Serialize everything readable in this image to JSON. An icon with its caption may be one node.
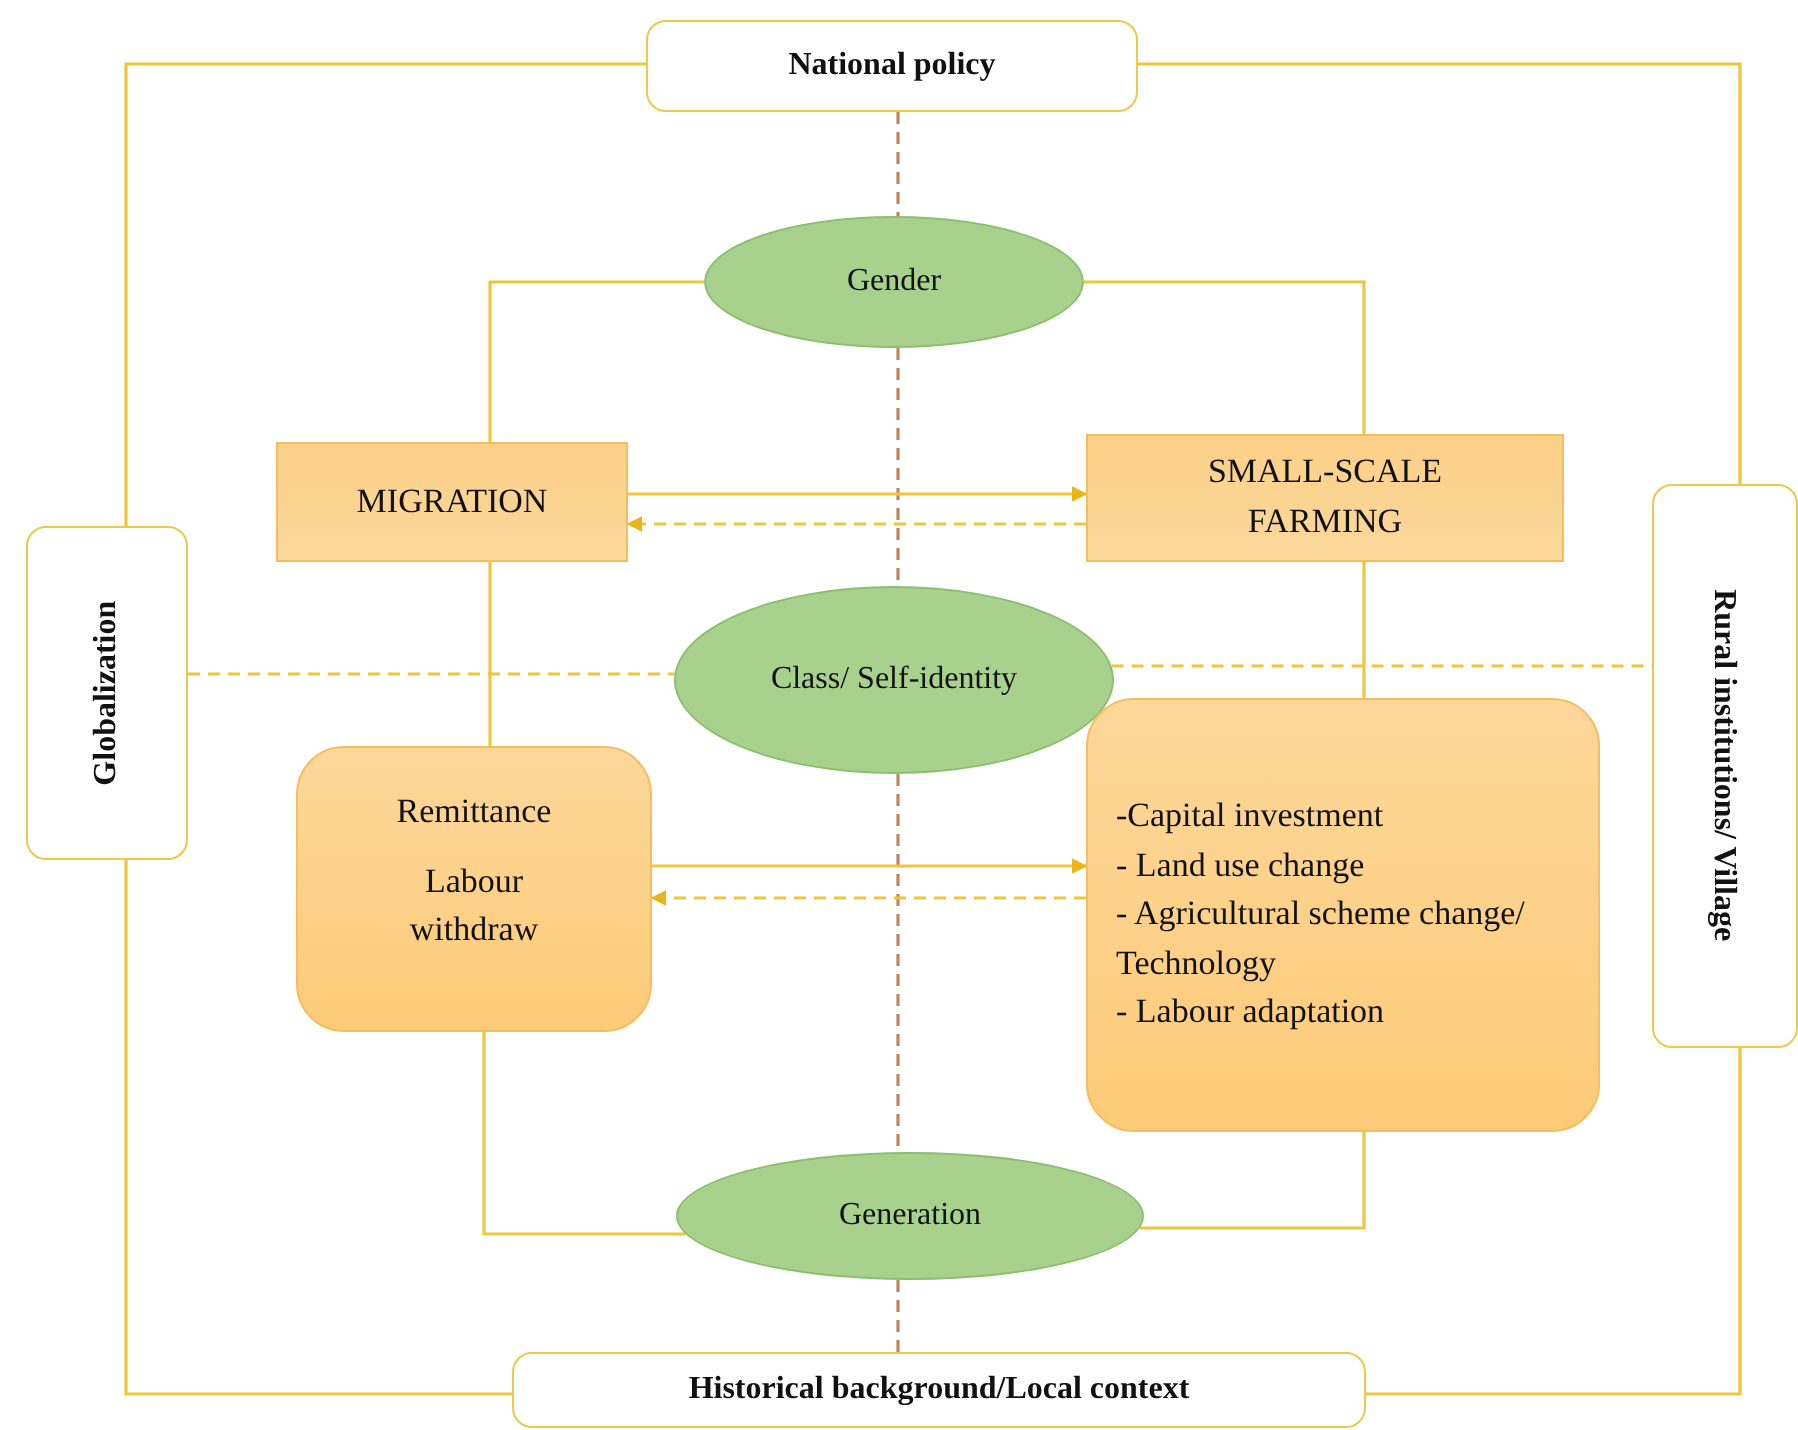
{
  "diagram": {
    "nodes": [
      {
        "text": [
          "National policy"
        ]
      },
      {
        "text": [
          "Globalization"
        ]
      },
      {
        "text": [
          "Rural institutions/ Village"
        ]
      },
      {
        "text": [
          "Historical background/Local context"
        ]
      },
      {
        "text": [
          "Gender"
        ]
      },
      {
        "text": [
          "MIGRATION"
        ]
      },
      {
        "text": [
          "SMALL-SCALE FARMING"
        ]
      },
      {
        "text": [
          "Class/ Self-identity"
        ]
      },
      {
        "text": [
          "Remittance",
          "Labour withdraw"
        ]
      },
      {
        "text": [
          "-Capital investment",
          "- Land use change",
          "- Agricultural scheme change/ Technology",
          "- Labour adaptation"
        ]
      },
      {
        "text": [
          "Generation"
        ]
      }
    ],
    "edges": [
      {
        "from": 0,
        "to": 1,
        "arrow": "none"
      },
      {
        "from": 0,
        "to": 2,
        "arrow": "none"
      },
      {
        "from": 1,
        "to": 3,
        "arrow": "none"
      },
      {
        "from": 2,
        "to": 3,
        "arrow": "none"
      },
      {
        "from": 0,
        "to": 4,
        "arrow": "none",
        "style": "dashed",
        "color": "#c4845a"
      },
      {
        "from": 4,
        "to": 7,
        "arrow": "none",
        "style": "dashed",
        "color": "#c4845a"
      },
      {
        "from": 7,
        "to": 10,
        "arrow": "none",
        "style": "dashed",
        "color": "#c4845a"
      },
      {
        "from": 10,
        "to": 3,
        "arrow": "none",
        "style": "dashed",
        "color": "#c4845a"
      },
      {
        "from": 1,
        "to": 7,
        "arrow": "none",
        "style": "dashed"
      },
      {
        "from": 7,
        "to": 2,
        "arrow": "none",
        "style": "dashed"
      },
      {
        "from": 4,
        "to": 5,
        "arrow": "none"
      },
      {
        "from": 4,
        "to": 6,
        "arrow": "none"
      },
      {
        "from": 5,
        "to": 8,
        "arrow": "none"
      },
      {
        "from": 6,
        "to": 9,
        "arrow": "none"
      },
      {
        "from": 8,
        "to": 10,
        "arrow": "none"
      },
      {
        "from": 9,
        "to": 10,
        "arrow": "none"
      },
      {
        "from": 5,
        "to": 6,
        "arrow": "to"
      },
      {
        "from": 6,
        "to": 5,
        "arrow": "to",
        "style": "dashed"
      },
      {
        "from": 8,
        "to": 9,
        "arrow": "to"
      },
      {
        "from": 9,
        "to": 8,
        "arrow": "to",
        "style": "dashed"
      }
    ]
  }
}
